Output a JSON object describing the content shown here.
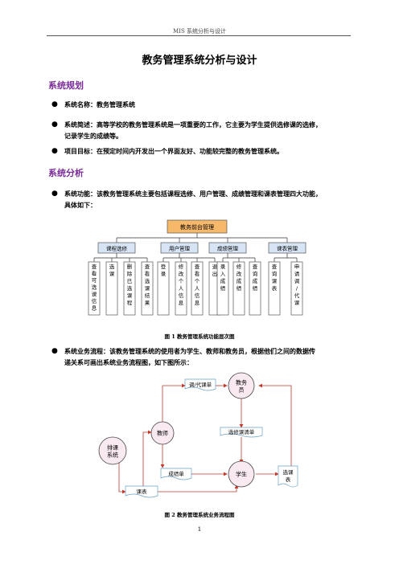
{
  "header": "MIS 系统分析与设计",
  "title": "教务管理系统分析与设计",
  "sections": {
    "planning": "系统规划",
    "analysis": "系统分析"
  },
  "planning_items": [
    {
      "label": "系统名称：",
      "text": "教务管理系统"
    },
    {
      "label": "系统简述：",
      "text": "高等学校的教务管理系统是一项重要的工作，它主要为学生提供选修课的选修，",
      "text2": "记录学生的成绩等。"
    },
    {
      "label": "项目目标：",
      "text": "在预定时间内开发出一个界面友好、功能较完整的教务管理系统。"
    }
  ],
  "analysis_items": [
    {
      "label": "系统功能：",
      "text": "该教务管理系统主要包括课程选修、用户管理、成绩管理和课表管理四大功能，",
      "text2": "具体如下："
    },
    {
      "label": "系统业务流程：",
      "text": "该教务管理系统的使用者为学生、教师和教务员，根据他们之间的数据传",
      "text2": "递关系可画出系统业务流程图，如下图所示："
    }
  ],
  "fig1": {
    "root": "教务前台管理",
    "groups": [
      "课程选修",
      "用户管理",
      "成绩管理",
      "课表管理"
    ],
    "leaves": [
      "查看可选课信息",
      "选课",
      "删除已选课程",
      "查看选课结果",
      "登录",
      "修改个人信息",
      "查看个人信息",
      "退出",
      "录入成绩",
      "修改成绩",
      "查询成绩",
      "查询课表",
      "申请调/代课"
    ],
    "caption": "图 1    教务管理系统功能层次图"
  },
  "fig2": {
    "nodes": {
      "jiaowuyuan": "教务员",
      "jiaoshi": "教师",
      "paike": "排课系统",
      "xuesheng": "学生"
    },
    "docs": {
      "tiaodaike": "调/代课单",
      "xuanxiu": "选修课清单",
      "chengji": "成绩单",
      "kebiao": "课表",
      "xuanke": "选课表"
    },
    "caption": "图 2    教务管理系统业务流程图"
  },
  "page_number": "1"
}
